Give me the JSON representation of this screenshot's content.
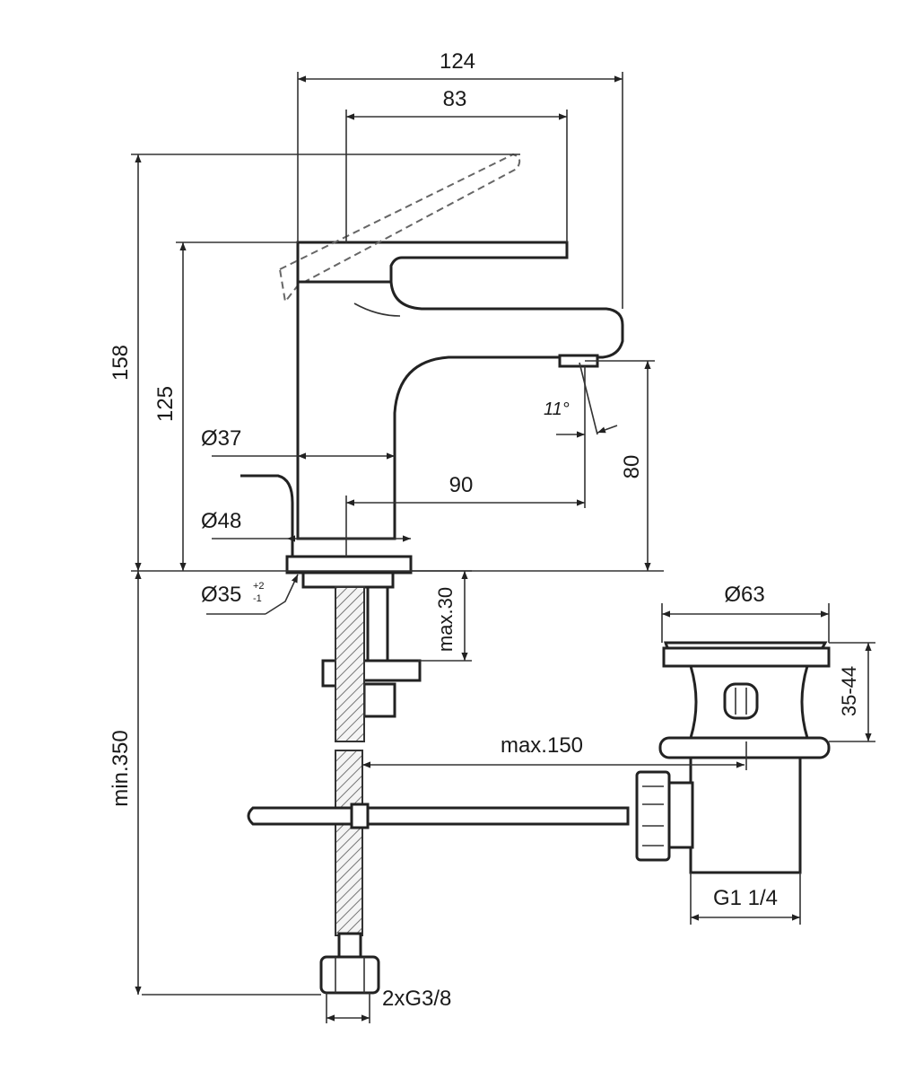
{
  "drawing": {
    "dimensions": {
      "overall_length": "124",
      "lever_length": "83",
      "overall_height": "158",
      "lever_height": "125",
      "body_diameter": "Ø37",
      "spout_reach": "90",
      "spout_outlet_height": "80",
      "base_diameter": "Ø48",
      "hole_diameter": "Ø35",
      "hole_tolerance_upper": "+2",
      "hole_tolerance_lower": "-1",
      "spray_angle": "11°",
      "max_deck_thickness": "max.30",
      "min_hose_length": "min.350",
      "waste_diameter": "Ø63",
      "waste_height_range": "35-44",
      "max_pull_rod": "max.150",
      "waste_thread": "G1 1/4",
      "supply_thread": "2xG3/8"
    },
    "colors": {
      "line": "#222222",
      "background": "#ffffff"
    }
  }
}
